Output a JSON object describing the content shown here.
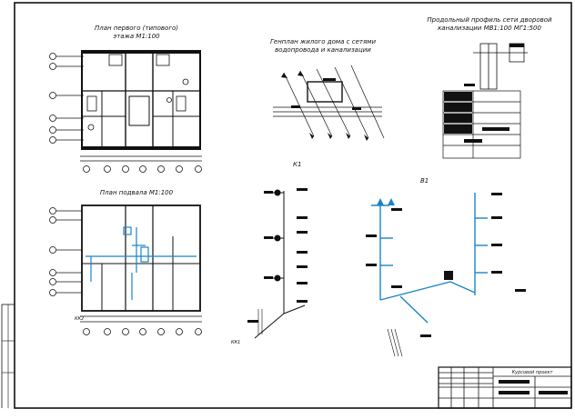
{
  "colors": {
    "ink": "#111111",
    "pipe": "#1a84c8",
    "paper": "#ffffff"
  },
  "titles": {
    "plan_first_line1": "План первого (типового)",
    "plan_first_line2": "этажа М1:100",
    "genplan_line1": "Генплан жилого дома с сетями",
    "genplan_line2": "водопровода и канализации",
    "profile_line1": "Продольный профиль сети дворовой",
    "profile_line2": "канализации МВ1:100 МГ1:500",
    "plan_basement": "План подвала М1:100",
    "k1": "К1",
    "b1": "В1",
    "kk2": "КК2",
    "kk1": "КК1",
    "stamp_title": "Курсовой проект"
  }
}
